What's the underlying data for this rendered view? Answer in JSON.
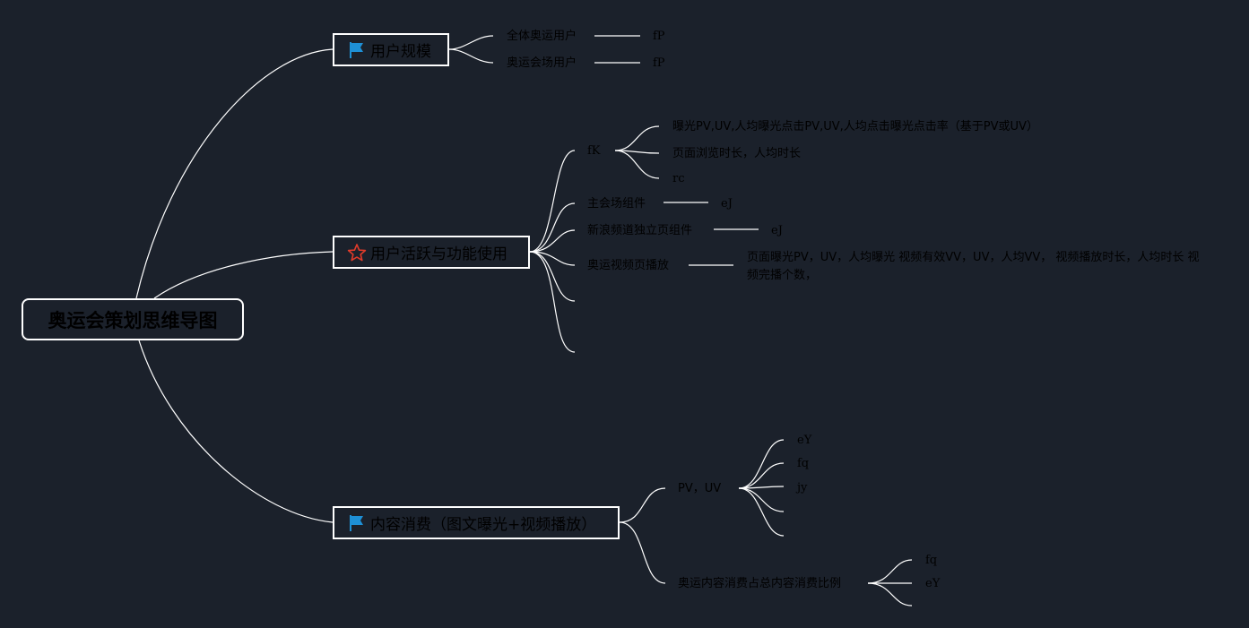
{
  "root": {
    "title": "奥运会策划思维导图"
  },
  "colors": {
    "background": "#1b212b",
    "line": "#ffffff",
    "flag": "#1e90d6",
    "star": "#e23b2a"
  },
  "branches": {
    "scale": {
      "label": "用户规模",
      "icon": "blue-flag-icon",
      "items": [
        {
          "label": "全体奥运用户",
          "value": "fP"
        },
        {
          "label": "奥运会场用户",
          "value": "fP"
        }
      ]
    },
    "activity": {
      "label": "用户活跃与功能使用",
      "icon": "red-star-icon",
      "fk": {
        "label": "fK",
        "items": [
          "曝光PV,UV,人均曝光点击PV,UV,人均点击曝光点击率（基于PV或UV）",
          "页面浏览时长，人均时长",
          "rc"
        ]
      },
      "main_venue": {
        "label": "主会场组件",
        "value": "eJ"
      },
      "sina_channel": {
        "label": "新浪频道独立页组件",
        "value": "eJ"
      },
      "video_page": {
        "label": "奥运视频页播放",
        "detail": "页面曝光PV，UV，人均曝光 视频有效VV，UV，人均VV， 视频播放时长，人均时长 视频完播个数，"
      }
    },
    "content": {
      "label": "内容消费（图文曝光+视频播放）",
      "icon": "blue-flag-icon",
      "pvuv": {
        "label": "PV，UV",
        "items": [
          "eY",
          "fq",
          "jy"
        ]
      },
      "ratio": {
        "label": "奥运内容消费占总内容消费比例",
        "items": [
          "fq",
          "eY"
        ]
      }
    }
  }
}
